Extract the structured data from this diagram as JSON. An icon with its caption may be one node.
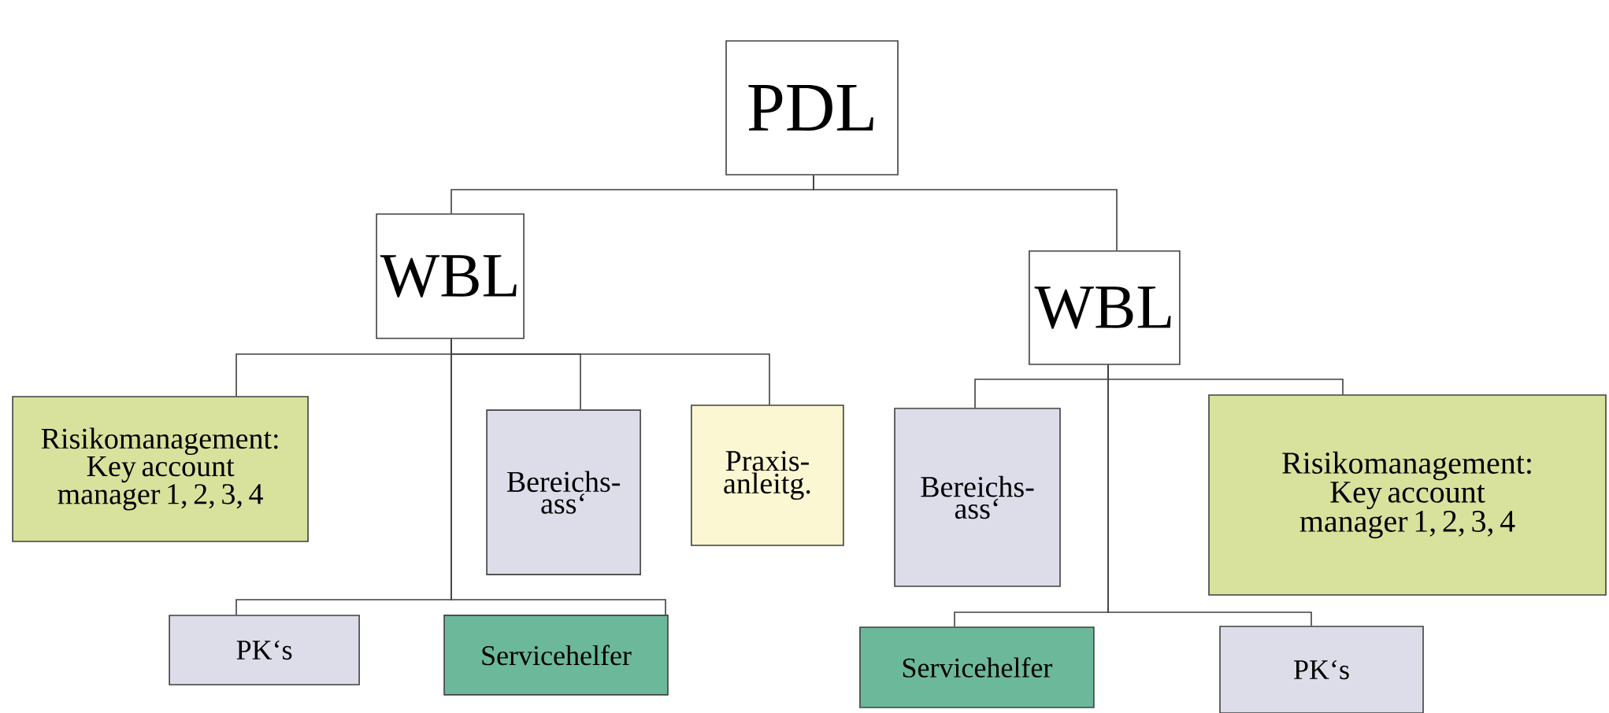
{
  "diagram": {
    "nodes": [
      {
        "text": [
          "PDL"
        ]
      },
      {
        "text": [
          "WBL"
        ]
      },
      {
        "text": [
          "WBL"
        ]
      },
      {
        "text": [
          "Risikomanagement: Key account manager 1, 2, 3, 4"
        ]
      },
      {
        "text": [
          "Bereichs- ass‘"
        ]
      },
      {
        "text": [
          "Praxis- anleitg."
        ]
      },
      {
        "text": [
          "Bereichs- ass‘"
        ]
      },
      {
        "text": [
          "Risikomanagement: Key account manager 1, 2, 3, 4"
        ]
      },
      {
        "text": [
          "PK‘s"
        ]
      },
      {
        "text": [
          "Servicehelfer"
        ]
      },
      {
        "text": [
          "Servicehelfer"
        ]
      },
      {
        "text": [
          "PK‘s"
        ]
      }
    ],
    "edges": [
      {
        "from": 0,
        "to": 1,
        "arrow": "none"
      },
      {
        "from": 0,
        "to": 2,
        "arrow": "none"
      },
      {
        "from": 1,
        "to": 3,
        "arrow": "none"
      },
      {
        "from": 1,
        "to": 4,
        "arrow": "none"
      },
      {
        "from": 1,
        "to": 5,
        "arrow": "none"
      },
      {
        "from": 1,
        "to": 8,
        "arrow": "none"
      },
      {
        "from": 1,
        "to": 9,
        "arrow": "none"
      },
      {
        "from": 2,
        "to": 6,
        "arrow": "none"
      },
      {
        "from": 2,
        "to": 7,
        "arrow": "none"
      },
      {
        "from": 2,
        "to": 10,
        "arrow": "none"
      },
      {
        "from": 2,
        "to": 11,
        "arrow": "none"
      }
    ]
  }
}
